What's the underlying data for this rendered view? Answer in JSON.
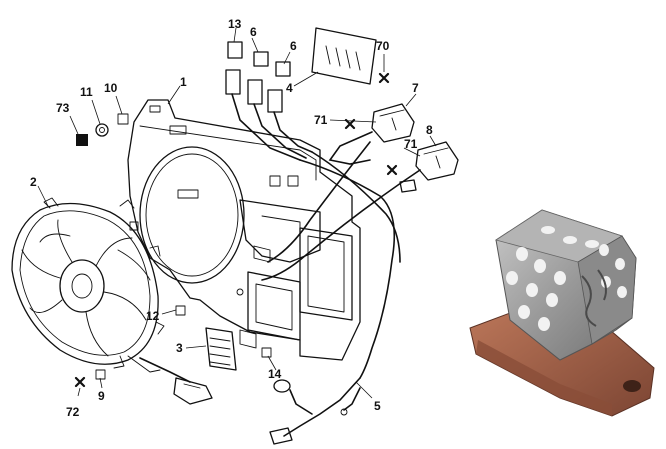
{
  "callouts": {
    "c1": "1",
    "c2": "2",
    "c3": "3",
    "c4": "4",
    "c5": "5",
    "c6a": "6",
    "c6b": "6",
    "c7": "7",
    "c8": "8",
    "c9": "9",
    "c10": "10",
    "c11": "11",
    "c12": "12",
    "c13": "13",
    "c14": "14",
    "c70": "70",
    "c71a": "71",
    "c71b": "71",
    "c72": "72",
    "c73": "73"
  },
  "colors": {
    "line": "#111111",
    "resistor_metal": "#9a9a9a",
    "resistor_base": "#a5634a",
    "background": "#ffffff"
  }
}
